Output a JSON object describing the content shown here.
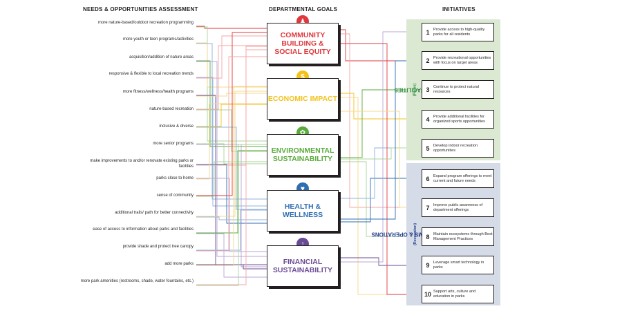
{
  "headers": {
    "needs": "NEEDS & OPPORTUNITIES ASSESSMENT",
    "goals": "DEPARTMENTAL GOALS",
    "initiatives": "INITIATIVES"
  },
  "needs": [
    "more nature-based/outdoor recreation programming",
    "more youth or teen programs/activities",
    "acquisition/addition of nature areas",
    "responsive & flexible to local recreation trends",
    "more fitness/wellness/health programs",
    "nature-based recreation",
    "inclusive & diverse",
    "more senior programs",
    "make improvements to and/or renovate existing parks or facilities",
    "parks close to home",
    "sense of community",
    "additional trails/ path for better connectivity",
    "ease of access to information about parks and facilities",
    "provide shade and protect tree canopy",
    "add more parks",
    "more park amenities (restrooms, shade, water fountains, etc.)"
  ],
  "goals": [
    {
      "label": "COMMUNITY BUILDING & SOCIAL EQUITY",
      "color": "#e0383c",
      "icon": "people-icon"
    },
    {
      "label": "ECONOMIC IMPACT",
      "color": "#f2c21b",
      "icon": "dollar-hand-icon"
    },
    {
      "label": "ENVIRONMENTAL SUSTAINABILITY",
      "color": "#5aab3c",
      "icon": "leaf-hand-icon"
    },
    {
      "label": "HEALTH & WELLNESS",
      "color": "#2f6db3",
      "icon": "heart-hand-icon"
    },
    {
      "label": "FINANCIAL SUSTAINABILITY",
      "color": "#6a4c96",
      "icon": "money-growth-icon"
    }
  ],
  "panels": {
    "facilities": {
      "title": "FACILITIES",
      "subtitle": "(Parks)",
      "color": "#2e8b3e"
    },
    "programs": {
      "title": "PROGRAMS & OPERATIONS",
      "subtitle": "(Recreation)",
      "color": "#1f3f86"
    }
  },
  "initiatives": [
    {
      "num": "1",
      "text": "Provide access to high-quality parks for all residents"
    },
    {
      "num": "2",
      "text": "Provide recreational opportunities with focus on target areas"
    },
    {
      "num": "3",
      "text": "Continue to protect natural resources"
    },
    {
      "num": "4",
      "text": "Provide additional facilities for organized sports opportunities"
    },
    {
      "num": "5",
      "text": "Develop indoor recreation opportunities"
    },
    {
      "num": "6",
      "text": "Expand program offerings to meet current and future needs"
    },
    {
      "num": "7",
      "text": "Improve public awareness of department offerings"
    },
    {
      "num": "8",
      "text": "Maintain ecosystems through Best Management Practices"
    },
    {
      "num": "9",
      "text": "Leverage smart technology in parks"
    },
    {
      "num": "10",
      "text": "Support arts, culture and education in parks"
    }
  ]
}
